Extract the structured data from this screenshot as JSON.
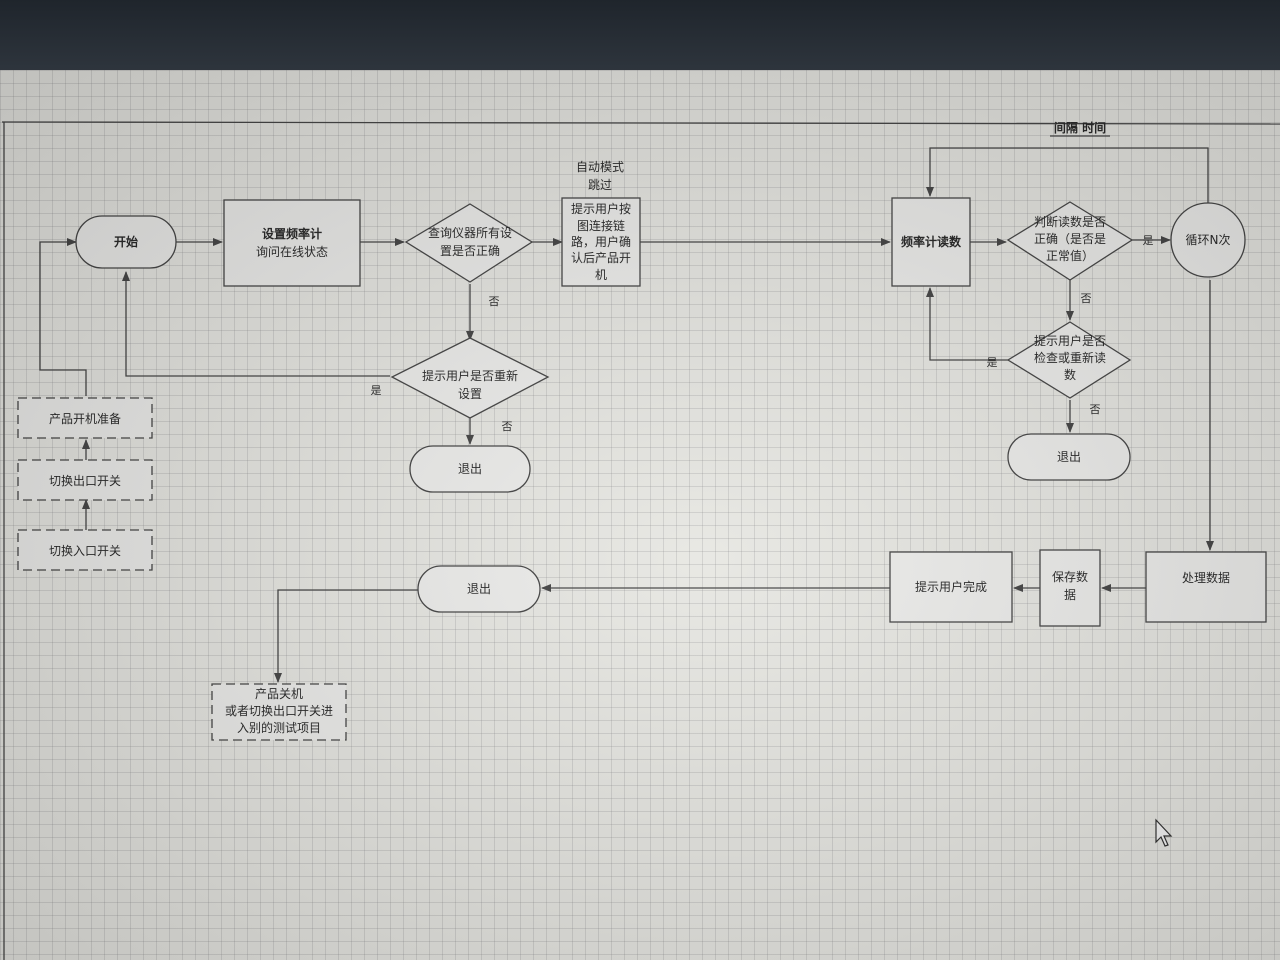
{
  "nodes": {
    "start": "开始",
    "setup_counter": [
      "设置频率计",
      "询问在线状态"
    ],
    "check_settings": [
      "查询仪器所有设",
      "置是否正确"
    ],
    "auto_mode": [
      "自动模式",
      "跳过"
    ],
    "prompt_connect": [
      "提示用户按",
      "图连接链",
      "路，用户确",
      "认后产品开",
      "机"
    ],
    "counter_read": "频率计读数",
    "judge_reading": [
      "判断读数是否",
      "正确（是否是",
      "正常值）"
    ],
    "loop_n": "循环N次",
    "interval_time": "间隔 时间",
    "prompt_recheck": [
      "提示用户是否",
      "检查或重新读",
      "数"
    ],
    "exit_right": "退出",
    "prompt_reset": [
      "提示用户是否重新",
      "设置"
    ],
    "exit_middle": "退出",
    "product_ready": "产品开机准备",
    "switch_output": "切换出口开关",
    "switch_input": "切换入口开关",
    "process_data": "处理数据",
    "save_data": [
      "保存数",
      "据"
    ],
    "prompt_done": "提示用户完成",
    "exit_bottom": "退出",
    "product_off": [
      "产品关机",
      "或者切换出口开关进",
      "入别的测试项目"
    ]
  },
  "edge_labels": {
    "no_check_settings": "否",
    "no_prompt_reset": "否",
    "yes_prompt_reset": "是",
    "yes_judge": "是",
    "no_judge": "否",
    "yes_recheck": "是",
    "no_recheck": "否"
  }
}
